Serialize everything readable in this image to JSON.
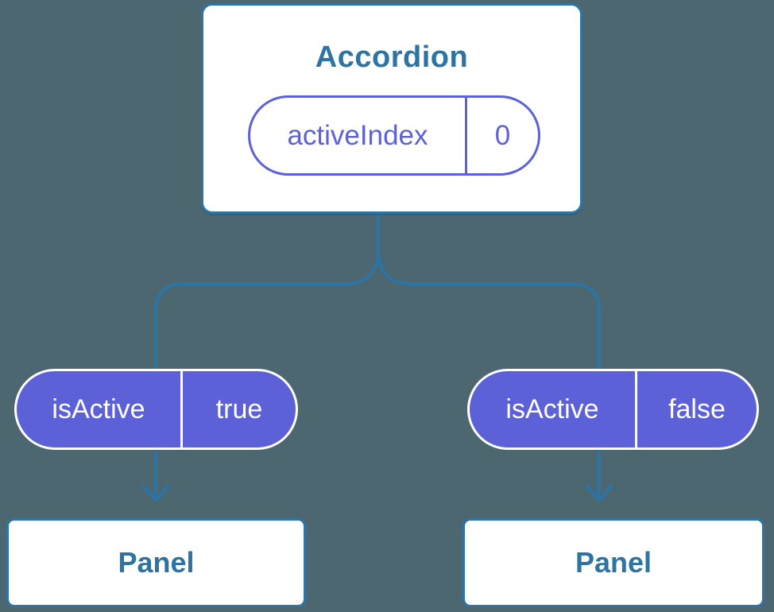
{
  "colors": {
    "background": "#4C6770",
    "connector_blue": "#2C73A6",
    "node_border_blue": "#2E75A6",
    "heading_blue": "#2E74A3",
    "pill_purple": "#5C61D8",
    "pill_text_on_purple": "#FFFFFF",
    "node_background": "#FFFFFF"
  },
  "accordion": {
    "title": "Accordion",
    "state_pill": {
      "name": "activeIndex",
      "value": "0"
    }
  },
  "children": [
    {
      "prop_pill": {
        "name": "isActive",
        "value": "true"
      },
      "panel": {
        "label": "Panel"
      }
    },
    {
      "prop_pill": {
        "name": "isActive",
        "value": "false"
      },
      "panel": {
        "label": "Panel"
      }
    }
  ]
}
